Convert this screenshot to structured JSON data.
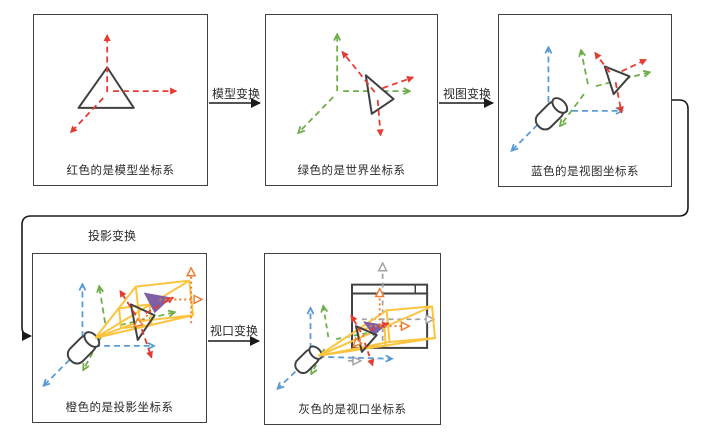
{
  "boxes": [
    {
      "id": "model",
      "caption": "红色的是模型坐标系"
    },
    {
      "id": "world",
      "caption": "绿色的是世界坐标系"
    },
    {
      "id": "view",
      "caption": "蓝色的是视图坐标系"
    },
    {
      "id": "projection",
      "caption": "橙色的是投影坐标系"
    },
    {
      "id": "viewport",
      "caption": "灰色的是视口坐标系"
    }
  ],
  "transforms": [
    {
      "id": "model-transform",
      "label": "模型变换"
    },
    {
      "id": "view-transform",
      "label": "视图变换"
    },
    {
      "id": "projection-transform",
      "label": "投影变换"
    },
    {
      "id": "viewport-transform",
      "label": "视口变换"
    }
  ],
  "colors": {
    "red": "#e23c33",
    "green": "#6fae4a",
    "blue": "#5b9bd5",
    "gold": "#fcc43d",
    "orange": "#ed7d31",
    "gray": "#a3a3a3",
    "purple": "#7d5fa6",
    "outline": "#404040",
    "line": "#1a1a1a",
    "text": "#2b2b2b"
  }
}
